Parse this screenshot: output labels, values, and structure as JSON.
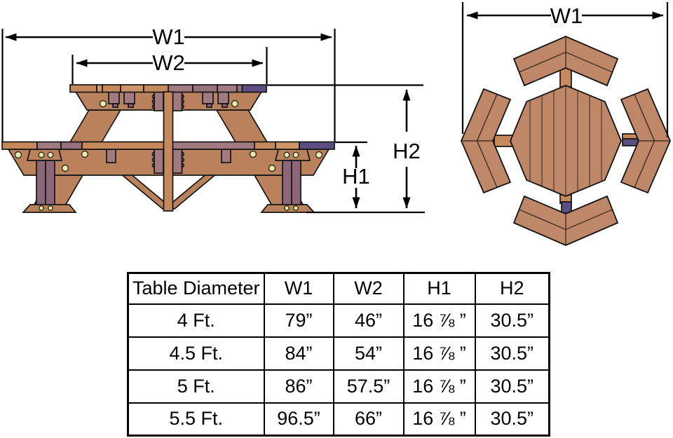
{
  "diagram_labels": {
    "side": {
      "w1": "W1",
      "w2": "W2",
      "h1": "H1",
      "h2": "H2"
    },
    "top": {
      "w1": "W1"
    }
  },
  "colors": {
    "wood_light": "#C6895B",
    "wood_light_alt": "#CE9565",
    "wood_mid": "#B9815C",
    "wood_top_view": "#BE8868",
    "plank_mauve": "#A17A81",
    "plank_mauve_dark": "#96707B",
    "plank_purple": "#5C4E80",
    "leg_post_purple": "#8C6777",
    "bolt": "#EDE9A4",
    "outline": "#141414"
  },
  "spec_table": {
    "columns": [
      "Table Diameter",
      "W1",
      "W2",
      "H1",
      "H2"
    ],
    "rows": [
      [
        "4 Ft.",
        "79”",
        "46”",
        "16 ⅞ ”",
        "30.5”"
      ],
      [
        "4.5 Ft.",
        "84”",
        "54”",
        "16 ⅞ ”",
        "30.5”"
      ],
      [
        "5 Ft.",
        "86”",
        "57.5”",
        "16 ⅞ ”",
        "30.5”"
      ],
      [
        "5.5 Ft.",
        "96.5”",
        "66”",
        "16 ⅞ ”",
        "30.5”"
      ]
    ]
  }
}
